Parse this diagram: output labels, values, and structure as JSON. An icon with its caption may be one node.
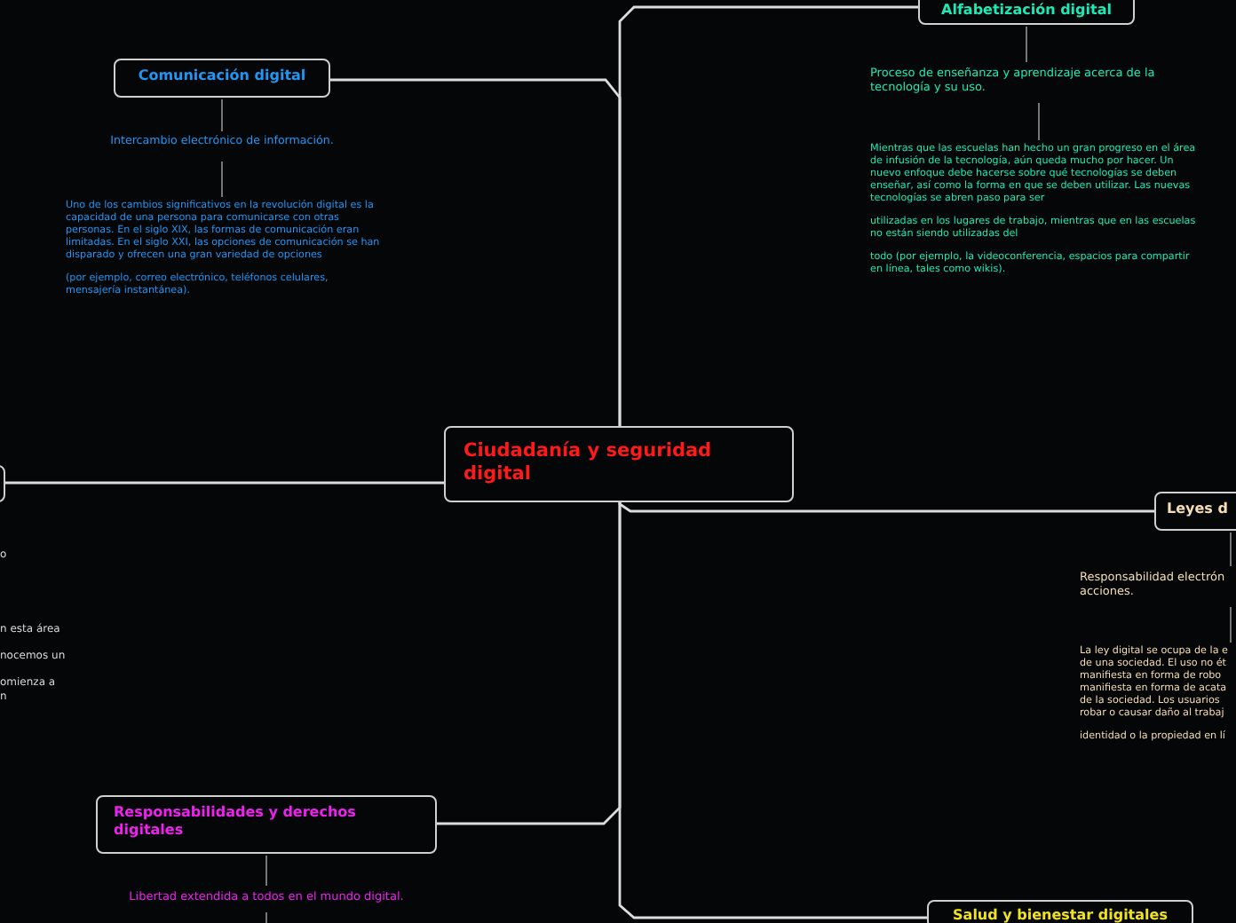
{
  "diagram": {
    "nodes": [
      {
        "text": [
          "Ciudadanía y seguridad digital"
        ]
      },
      {
        "text": [
          "Comunicación digital"
        ]
      },
      {
        "text": [
          "Alfabetización digital"
        ]
      },
      {
        "text": [],
        "shape": "box"
      },
      {
        "text": [
          "Leyes d"
        ]
      },
      {
        "text": [
          "Responsabilidades y derechos digitales"
        ]
      },
      {
        "text": [
          "Salud y bienestar digitales"
        ]
      },
      {
        "text": [
          "Intercambio electrónico de información."
        ]
      },
      {
        "text": [
          "Uno de los cambios significativos en la revolución digital es la capacidad de una persona para comunicarse con otras personas. En el siglo XIX, las formas de comunicación eran limitadas. En el siglo XXI, las opciones de comunicación se han disparado y ofrecen una gran variedad de opciones",
          "(por ejemplo, correo electrónico, teléfonos celulares, mensajería instantánea)."
        ]
      },
      {
        "text": [
          "Proceso de enseñanza y aprendizaje acerca de la tecnología y su uso."
        ]
      },
      {
        "text": [
          "Mientras que las escuelas han hecho un gran progreso en el área de infusión de la tecnología, aún queda mucho por hacer. Un nuevo enfoque debe hacerse sobre qué tecnologías se deben enseñar, así como la forma en que se deben utilizar. Las nuevas tecnologías se abren paso para ser",
          "utilizadas en los lugares de trabajo, mientras que en las escuelas no están siendo utilizadas del",
          "todo (por ejemplo, la videoconferencia, espacios para compartir en línea, tales como wikis)."
        ]
      },
      {
        "text": [
          "Responsabilidad electrón acciones."
        ]
      },
      {
        "text": [
          "La ley digital se ocupa de la e de una sociedad. El uso no ét manifiesta en forma de robo manifiesta en forma de acata de la sociedad. Los usuarios robar o causar daño al trabaj",
          "identidad o la propiedad en lí"
        ]
      },
      {
        "text": [
          "Libertad extendida a todos en el mundo digital."
        ]
      }
    ],
    "edges": [
      {
        "from": 0,
        "to": 1,
        "arrow": "none",
        "color": "#dcdcdc"
      },
      {
        "from": 0,
        "to": 2,
        "arrow": "none",
        "color": "#dcdcdc"
      },
      {
        "from": 0,
        "to": 3,
        "arrow": "none",
        "color": "#dcdcdc"
      },
      {
        "from": 0,
        "to": 4,
        "arrow": "none",
        "color": "#dcdcdc"
      },
      {
        "from": 0,
        "to": 5,
        "arrow": "none",
        "color": "#dcdcdc"
      },
      {
        "from": 0,
        "to": 6,
        "arrow": "none",
        "color": "#dcdcdc"
      },
      {
        "from": 1,
        "to": 7,
        "arrow": "none"
      },
      {
        "from": 7,
        "to": 8,
        "arrow": "none"
      },
      {
        "from": 2,
        "to": 9,
        "arrow": "none"
      },
      {
        "from": 9,
        "to": 10,
        "arrow": "none"
      },
      {
        "from": 4,
        "to": 11,
        "arrow": "none"
      },
      {
        "from": 11,
        "to": 12,
        "arrow": "none"
      },
      {
        "from": 5,
        "to": 13,
        "arrow": "none"
      },
      {
        "from": 13,
        "to": null,
        "arrow": "none"
      }
    ],
    "labels": [
      "o",
      "n esta área",
      "nocemos un",
      "omienza a",
      "n"
    ]
  }
}
